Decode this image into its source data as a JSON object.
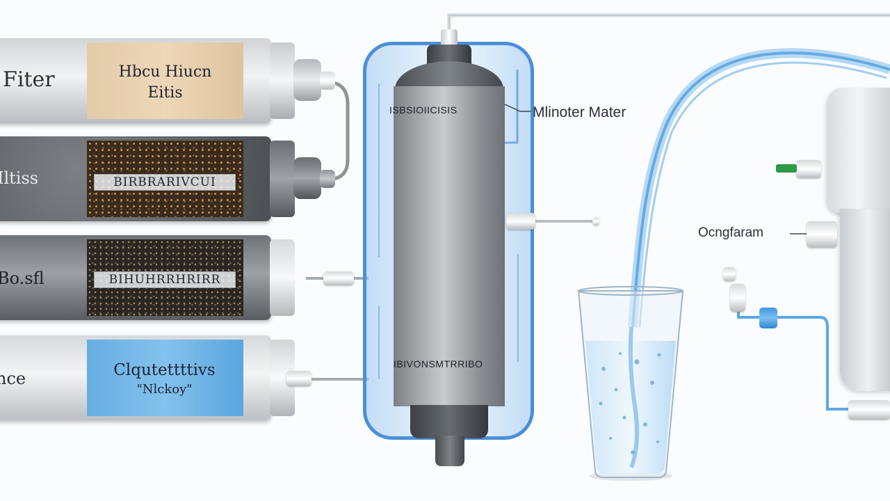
{
  "diagram": {
    "cartridges": [
      {
        "stage_label": "Fiter",
        "media_label_lines": [
          "Hbcu Hiucn",
          "Eitis"
        ]
      },
      {
        "stage_label": "Iltiss",
        "media_label_lines": [
          "BIRBRARIVCUI"
        ]
      },
      {
        "stage_label": "Bo.sfl",
        "media_label_lines": [
          "BIHUHRRHRIRR"
        ]
      },
      {
        "stage_label": "nce",
        "media_label_lines": [
          "Clqutettttivs",
          "\"Nlckoy\""
        ]
      }
    ],
    "vessel": {
      "top_label": "ISBSIOIICISIS",
      "bottom_label": "IBIVONSMTRRIBO"
    },
    "callouts": {
      "upper_right": "Mlinoter Mater",
      "dispenser": "Ocngfaram"
    },
    "colors": {
      "water_blue": "#4b8fd8",
      "sediment_tan": "#e3cba8",
      "carbon_brown": "#3b2b1c",
      "membrane_blue": "#66aee4",
      "valve_green": "#2e9a46"
    },
    "icons": [
      "filter-cartridge-icon",
      "pressure-vessel-icon",
      "water-glass-icon",
      "dispenser-icon",
      "tubing-icon"
    ]
  }
}
